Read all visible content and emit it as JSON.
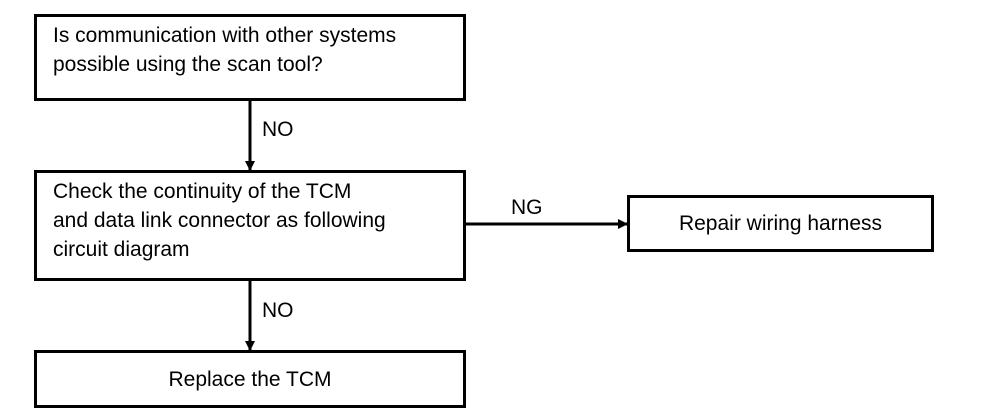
{
  "nodes": {
    "question": {
      "lines": [
        "Is communication with other systems",
        "possible using the scan tool?"
      ]
    },
    "check_continuity": {
      "lines": [
        "Check the continuity of the TCM",
        "and data link connector as following",
        "circuit diagram"
      ]
    },
    "repair_harness": {
      "text": "Repair wiring harness"
    },
    "replace_tcm": {
      "text": "Replace the TCM"
    }
  },
  "edges": {
    "question_to_check": "NO",
    "check_to_repair": "NG",
    "check_to_replace": "NO"
  }
}
